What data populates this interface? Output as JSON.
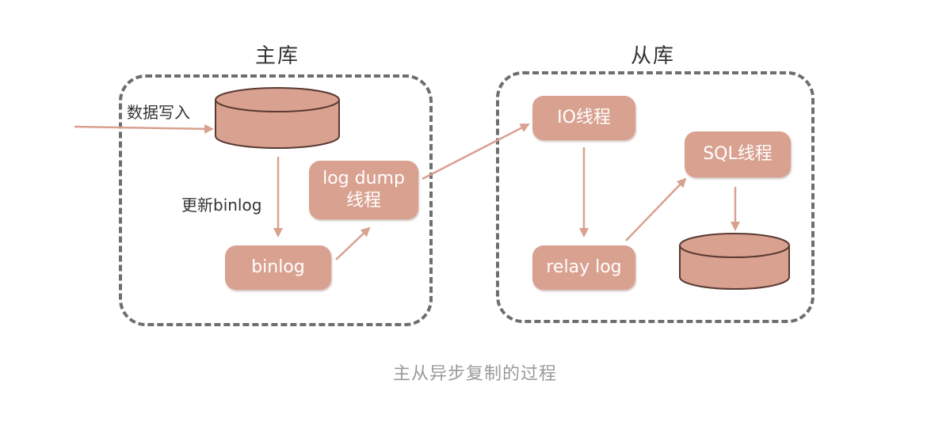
{
  "groups": {
    "master": {
      "title": "主库"
    },
    "slave": {
      "title": "从库"
    }
  },
  "nodes": {
    "binlog": "binlog",
    "log_dump_line1": "log dump",
    "log_dump_line2": "线程",
    "io_thread": "IO线程",
    "relay_log": "relay log",
    "sql_thread": "SQL线程"
  },
  "edge_labels": {
    "data_write": "数据写入",
    "update_binlog": "更新binlog"
  },
  "caption": "主从异步复制的过程",
  "colors": {
    "node_fill": "#d9a190",
    "node_text": "#ffffff",
    "arrow": "#d9a190",
    "dashed_border": "#6e6e6e",
    "caption": "#9a9a9a"
  }
}
